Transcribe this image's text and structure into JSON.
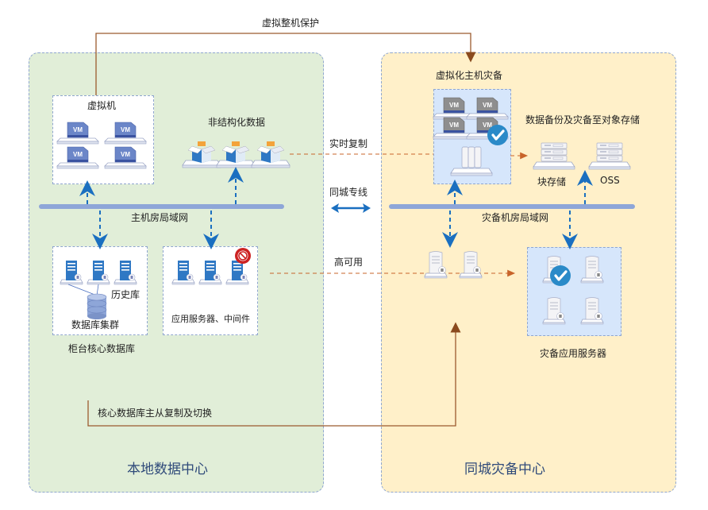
{
  "title_top": "虚拟整机保护",
  "zones": {
    "local": {
      "title": "本地数据中心",
      "bg": "#e1eed8"
    },
    "dr": {
      "title": "同城灾备中心",
      "bg": "#fff0c9"
    }
  },
  "local": {
    "vm_group": {
      "label": "虚拟机",
      "vm_label": "VM",
      "count": 4
    },
    "unstructured": {
      "label": "非结构化数据",
      "count": 3
    },
    "lan": {
      "label": "主机房局域网"
    },
    "db_cluster": {
      "label_history": "历史库",
      "label_cluster": "数据库集群",
      "caption": "柜台核心数据库"
    },
    "app_servers": {
      "label": "应用服务器、中间件"
    },
    "replication_label": "核心数据库主从复制及切换"
  },
  "middle": {
    "realtime_copy": "实时复制",
    "dedicated_line": "同城专线",
    "high_availability": "高可用"
  },
  "dr": {
    "virt_host_dr": {
      "label": "虚拟化主机灾备",
      "vm_label": "VM"
    },
    "backup_to_object": {
      "label": "数据备份及灾备至对象存储"
    },
    "block_storage": {
      "label": "块存储"
    },
    "oss": {
      "label": "OSS"
    },
    "lan": {
      "label": "灾备机房局域网"
    },
    "app_servers": {
      "label": "灾备应用服务器"
    }
  },
  "colors": {
    "lan_bar": "#8ea6d8",
    "blue_arrow": "#1a6fc0",
    "brown_line": "#9b5a2e",
    "orange_dash": "#c8642a",
    "server_blue": "#2f78c4",
    "check_badge": "#2a8ac8",
    "stop_badge": "#cc2222"
  }
}
